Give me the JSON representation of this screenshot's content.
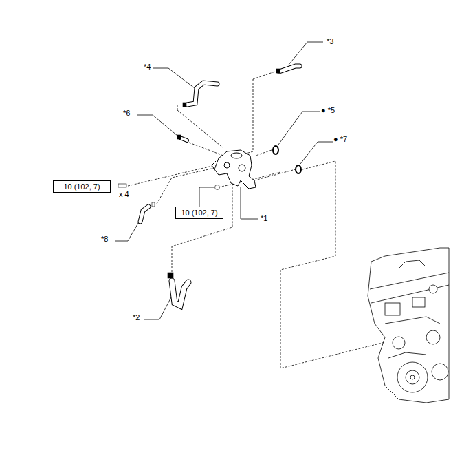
{
  "diagram": {
    "nodes": [
      {
        "text": [
          "10 (102, 7)"
        ]
      },
      {
        "text": [
          "10 (102, 7)"
        ]
      }
    ],
    "edges": [],
    "labels": [
      "*4",
      "*3",
      "*6",
      "● *5",
      "● *7",
      "x 4",
      "*1",
      "*8",
      "*2"
    ]
  }
}
